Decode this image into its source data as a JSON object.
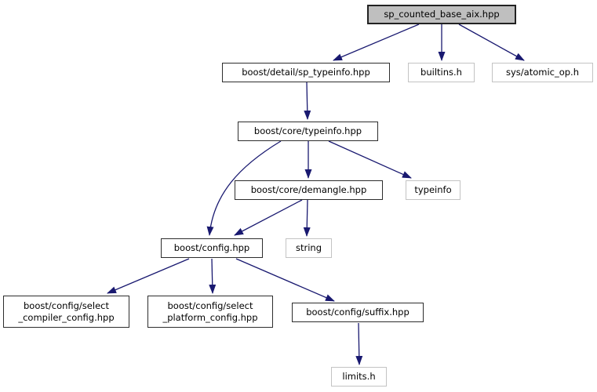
{
  "diagram": {
    "type": "include-dependency-graph",
    "root_file": "sp_counted_base_aix.hpp"
  },
  "colors": {
    "edge": "#191970",
    "main_node_fill": "#bfbfbf",
    "internal_node_border": "#2d2d2d",
    "external_node_border": "#c3c3c3",
    "node_fill": "#ffffff",
    "text": "#000000"
  },
  "nodes": {
    "main": {
      "label": "sp_counted_base_aix.hpp"
    },
    "sp_typeinfo": {
      "label": "boost/detail/sp_typeinfo.hpp"
    },
    "builtins": {
      "label": "builtins.h"
    },
    "atomic_op": {
      "label": "sys/atomic_op.h"
    },
    "core_typeinfo": {
      "label": "boost/core/typeinfo.hpp"
    },
    "demangle": {
      "label": "boost/core/demangle.hpp"
    },
    "typeinfo": {
      "label": "typeinfo"
    },
    "config": {
      "label": "boost/config.hpp"
    },
    "string": {
      "label": "string"
    },
    "select_compiler": {
      "line1": "boost/config/select",
      "line2": "_compiler_config.hpp"
    },
    "select_platform": {
      "line1": "boost/config/select",
      "line2": "_platform_config.hpp"
    },
    "suffix": {
      "label": "boost/config/suffix.hpp"
    },
    "limits": {
      "label": "limits.h"
    }
  },
  "edges": [
    {
      "from": "sp_counted_base_aix.hpp",
      "to": "boost/detail/sp_typeinfo.hpp"
    },
    {
      "from": "sp_counted_base_aix.hpp",
      "to": "builtins.h"
    },
    {
      "from": "sp_counted_base_aix.hpp",
      "to": "sys/atomic_op.h"
    },
    {
      "from": "boost/detail/sp_typeinfo.hpp",
      "to": "boost/core/typeinfo.hpp"
    },
    {
      "from": "boost/core/typeinfo.hpp",
      "to": "boost/core/demangle.hpp"
    },
    {
      "from": "boost/core/typeinfo.hpp",
      "to": "typeinfo"
    },
    {
      "from": "boost/core/typeinfo.hpp",
      "to": "boost/config.hpp"
    },
    {
      "from": "boost/core/demangle.hpp",
      "to": "boost/config.hpp"
    },
    {
      "from": "boost/core/demangle.hpp",
      "to": "string"
    },
    {
      "from": "boost/config.hpp",
      "to": "boost/config/select_compiler_config.hpp"
    },
    {
      "from": "boost/config.hpp",
      "to": "boost/config/select_platform_config.hpp"
    },
    {
      "from": "boost/config.hpp",
      "to": "boost/config/suffix.hpp"
    },
    {
      "from": "boost/config/suffix.hpp",
      "to": "limits.h"
    }
  ]
}
